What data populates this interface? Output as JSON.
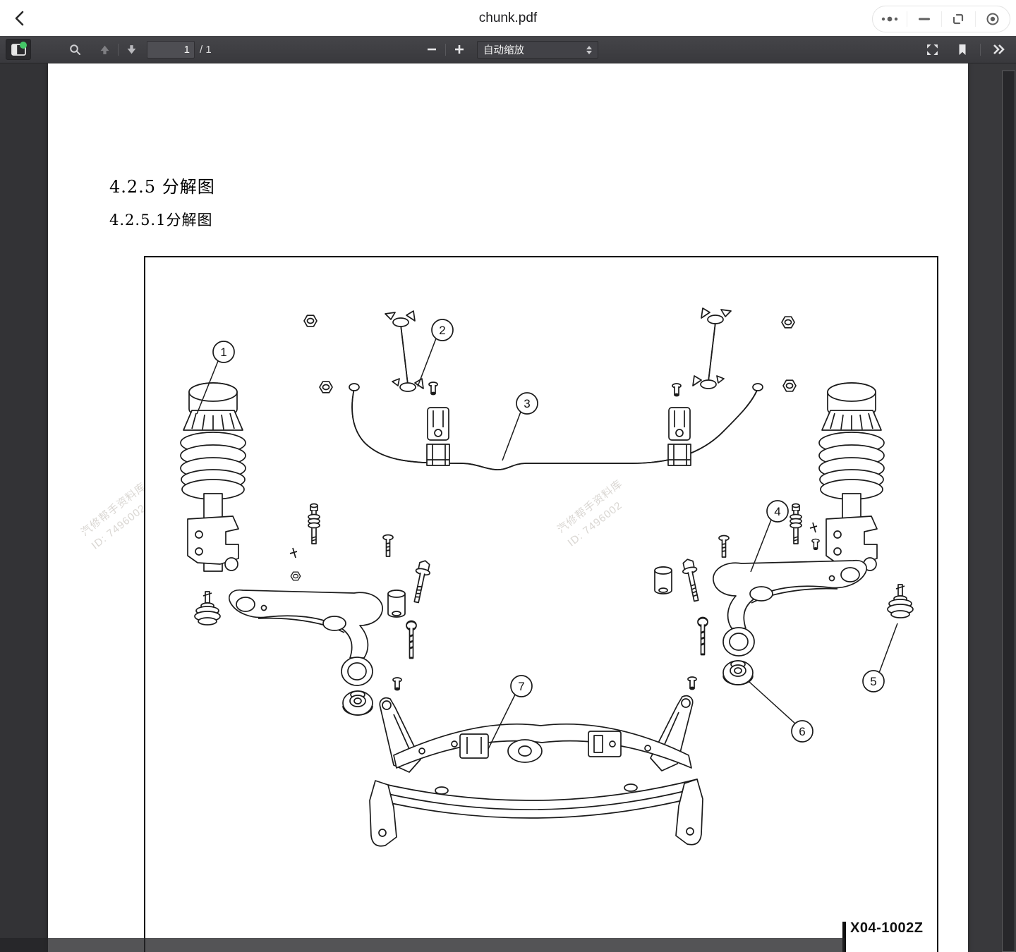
{
  "app": {
    "title": "chunk.pdf",
    "window_control_icons": [
      "ellipsis-icon",
      "minimize-icon",
      "restore-icon",
      "record-icon"
    ]
  },
  "toolbar": {
    "page_value": "1",
    "page_total": "/ 1",
    "zoom_value": "自动缩放",
    "icons": [
      "sidebar-toggle-icon",
      "search-icon",
      "page-up-icon",
      "page-down-icon",
      "zoom-out-icon",
      "zoom-in-icon",
      "presentation-mode-icon",
      "bookmark-icon",
      "double-chevron-icon"
    ]
  },
  "document": {
    "heading_1": "4.2.5 分解图",
    "heading_2": "4.2.5.1分解图",
    "figure_code": "X04-1002Z",
    "watermark_line1": "汽修帮手资料库",
    "watermark_line2": "ID: 7496002",
    "callouts": [
      "1",
      "2",
      "3",
      "4",
      "5",
      "6",
      "7"
    ]
  },
  "colors": {
    "toolbar_bg": "#3a3a3e",
    "viewer_bg": "#39393c",
    "badge_green": "#44c767",
    "page_bg": "#ffffff",
    "watermark": "#d9d6d2",
    "scrollbar_thumb": "#27272a"
  }
}
